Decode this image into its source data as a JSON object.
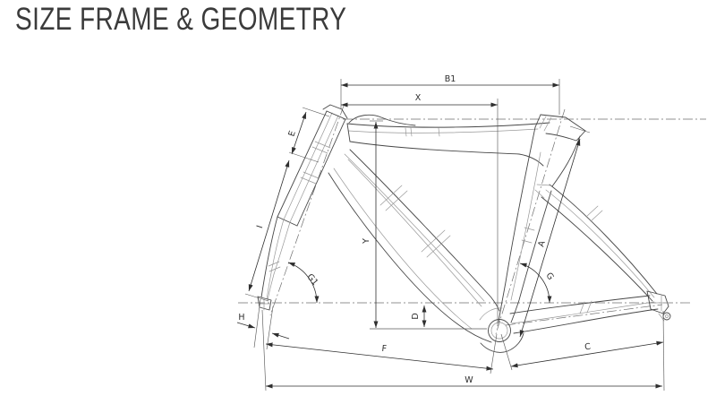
{
  "page": {
    "title": "SIZE FRAME & GEOMETRY"
  },
  "diagram": {
    "type": "bicycle frame geometry technical drawing",
    "labels": {
      "b1": "B1",
      "x": "X",
      "e": "E",
      "i": "I",
      "h": "H",
      "g1": "G1",
      "y": "Y",
      "d": "D",
      "a": "A",
      "g": "G",
      "f": "F",
      "c": "C",
      "w": "W"
    },
    "colors": {
      "background": "#ffffff",
      "title": "#3b3b3b",
      "frame_lines": "#474747",
      "dimension_lines": "#2f2f2f"
    }
  }
}
